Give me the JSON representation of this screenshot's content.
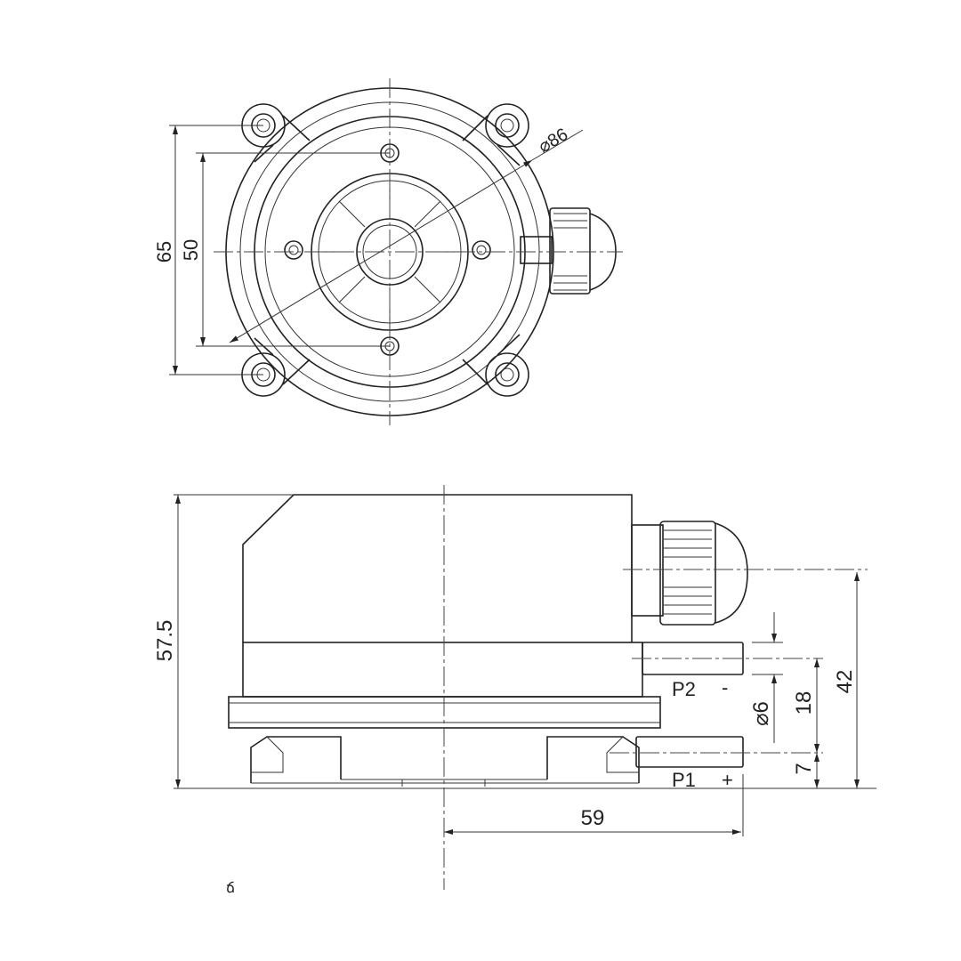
{
  "top_view": {
    "dim_height_outer": "65",
    "dim_height_inner": "50",
    "dim_diameter": "⌀86"
  },
  "side_view": {
    "dim_total_height": "57.5",
    "dim_port_height": "42",
    "dim_port_spacing": "18",
    "dim_port_diameter": "⌀6",
    "dim_p1_height": "7",
    "dim_port_offset": "59",
    "port_p2_label": "P2",
    "port_p2_sign": "-",
    "port_p1_label": "P1",
    "port_p1_sign": "+"
  },
  "fragment": {
    "text": "ճ"
  }
}
